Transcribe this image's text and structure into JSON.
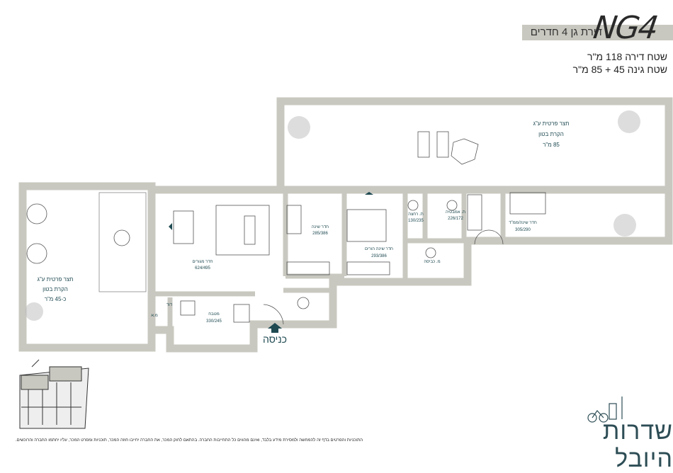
{
  "header": {
    "unit_code": "NG4",
    "unit_type": "דירת גן 4 חדרים",
    "apartment_area": "שטח דירה 118 מ\"ר",
    "garden_area": "שטח גינה 45 + 85 מ\"ר"
  },
  "rooms": {
    "top_terrace": {
      "line1": "חצר פרטית ע\"ג",
      "line2": "הקרת בטון",
      "line3": "85 מ\"ר"
    },
    "left_terrace": {
      "line1": "חצר פרטית ע\"ג",
      "line2": "הקרת בטון",
      "line3": "כ-45 מ\"ר"
    },
    "living": {
      "name": "חדר מגורים",
      "size": "624/495"
    },
    "kitchen": {
      "name": "מטבח",
      "size": "330/245"
    },
    "bedroom1": {
      "name": "חדר שינה",
      "size": "285/386"
    },
    "master": {
      "name": "חדר שינה הורים",
      "size": "293/386"
    },
    "bath_parents": {
      "name": "ת. רחצה",
      "size": "130/235"
    },
    "bath_guests": {
      "name": "ת. אמבטיה",
      "size": "226/172"
    },
    "safe_room": {
      "name": "חדר שינה/ממ\"ד",
      "size": "305/290"
    },
    "laundry": {
      "name": "מ. כביסה"
    },
    "service": {
      "name": "מ.א"
    },
    "boiler": {
      "name": "דוד"
    },
    "entrance": {
      "name": "כניסה"
    }
  },
  "colors": {
    "wall": "#c9c8c0",
    "label": "#1f4a52",
    "arrow": "#1f4a52"
  },
  "footer": {
    "disclaimer": "התוכניות והפרטים בדף זה להמחשה ולמסירת מידע בלבד, ואינם מהווים כל התחייבות החברה. בהתאם לחוק המכר, את החברה יחייבו חוזה המכר, תוכניות ומפרט המכר, עליו יחתמו החברה והרוכשים.",
    "brand": "שדרות היובל"
  }
}
